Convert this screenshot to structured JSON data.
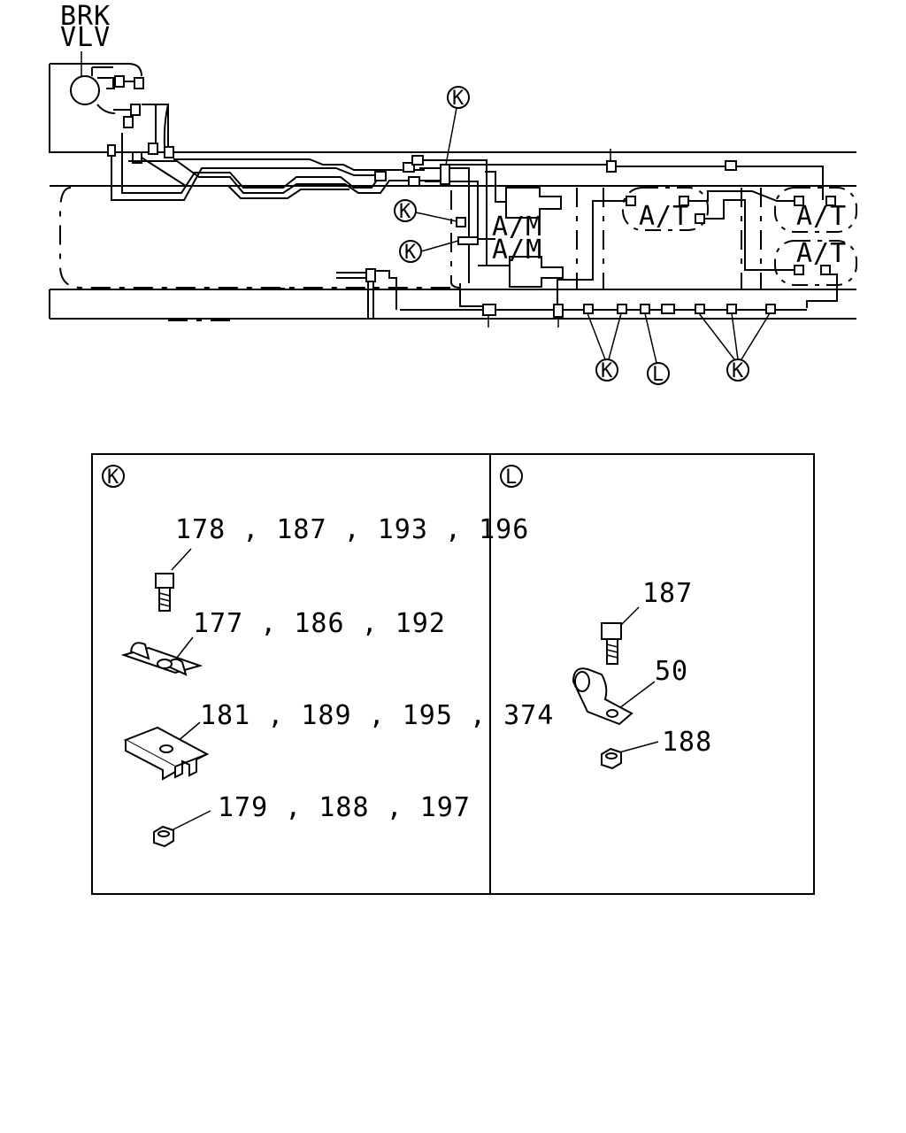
{
  "diagram": {
    "brake_valve_label_line1": "BRK",
    "brake_valve_label_line2": "VLV",
    "component_labels": {
      "am_upper": "A/M",
      "am_lower": "A/M",
      "at_middle": "A/T",
      "at_right_upper": "A/T",
      "at_right_lower": "A/T"
    },
    "callouts": {
      "k_top": "K",
      "k_mid1": "K",
      "k_mid2": "K",
      "k_bottom_left": "K",
      "l_bottom": "L",
      "k_bottom_right": "K"
    }
  },
  "detail_k": {
    "marker": "K",
    "bolt_parts": "178 , 187 , 193 , 196",
    "clip_parts": "177 , 186 , 192",
    "bracket_parts": "181 , 189 , 195 , 374",
    "nut_parts": "179 , 188 , 197"
  },
  "detail_l": {
    "marker": "L",
    "bolt_parts": "187",
    "clamp_parts": "50",
    "nut_parts": "188"
  }
}
